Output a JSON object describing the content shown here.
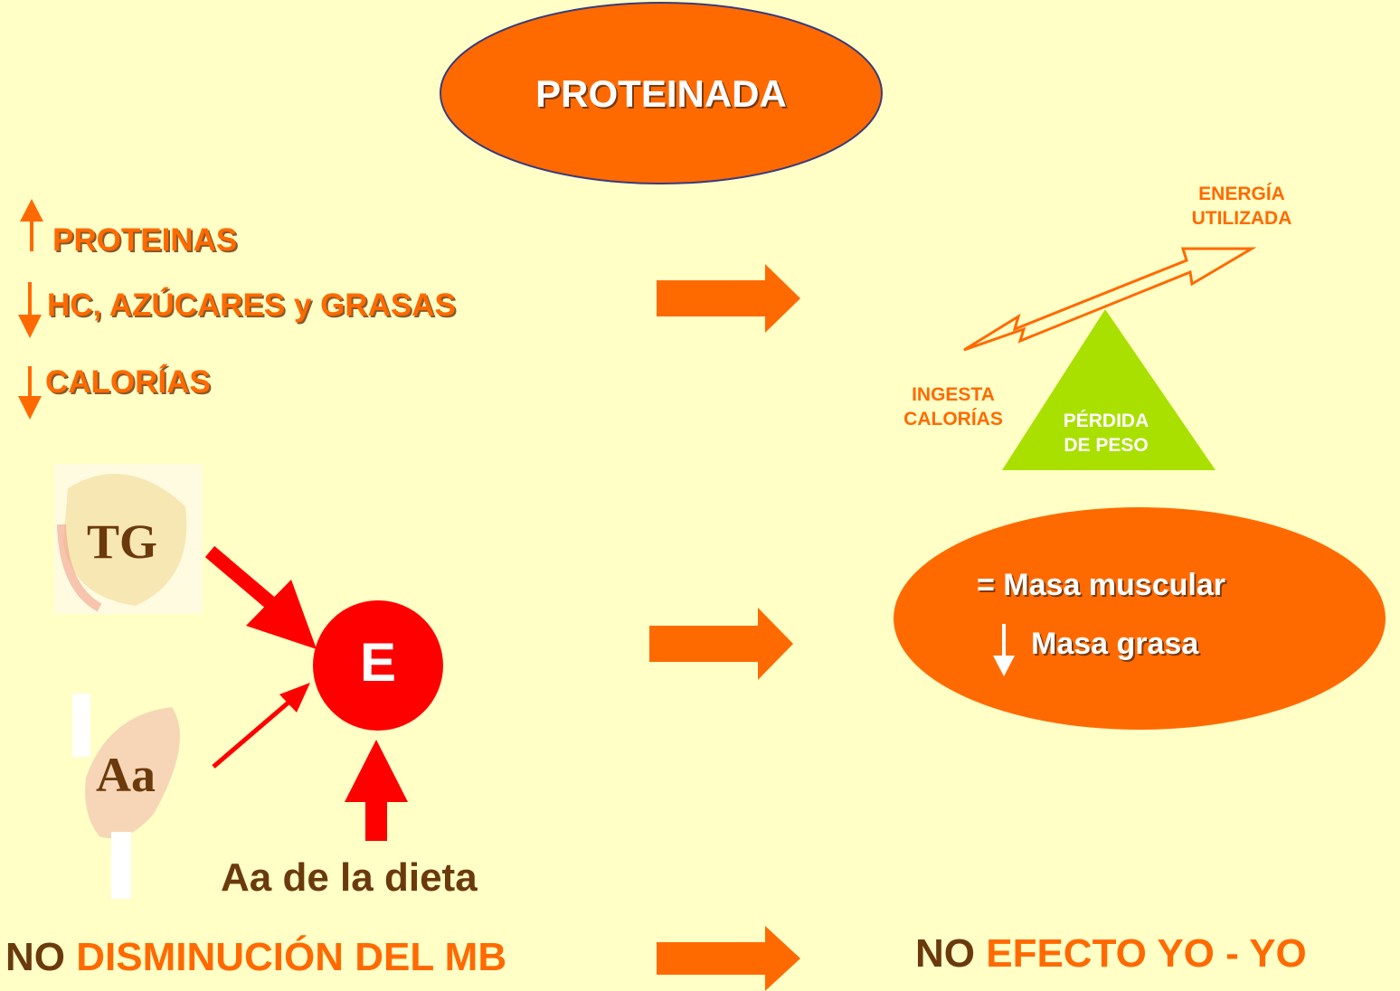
{
  "title": "PROTEINADA",
  "left_list": {
    "item1": "PROTEINAS",
    "item2": "HC, AZÚCARES y GRASAS",
    "item3": "CALORÍAS"
  },
  "balance": {
    "energy_label": "ENERGÍA UTILIZADA",
    "intake_label": "INGESTA CALORÍAS",
    "pivot_label": "PÉRDIDA DE PESO"
  },
  "result_ellipse": {
    "line1": "= Masa muscular",
    "line2": "Masa grasa"
  },
  "energy_node": {
    "center_label": "E",
    "tg_label": "TG",
    "aa_label": "Aa",
    "diet_label": "Aa de la dieta"
  },
  "bottom": {
    "left_prefix": "NO",
    "left_text": "DISMINUCIÓN DEL MB",
    "right_prefix": "NO",
    "right_text": "EFECTO YO - YO"
  },
  "colors": {
    "background": "#ffffc6",
    "orange": "#ff6a00",
    "red": "#ff0000",
    "green": "#a9e000",
    "brown": "#6b3a0c"
  }
}
